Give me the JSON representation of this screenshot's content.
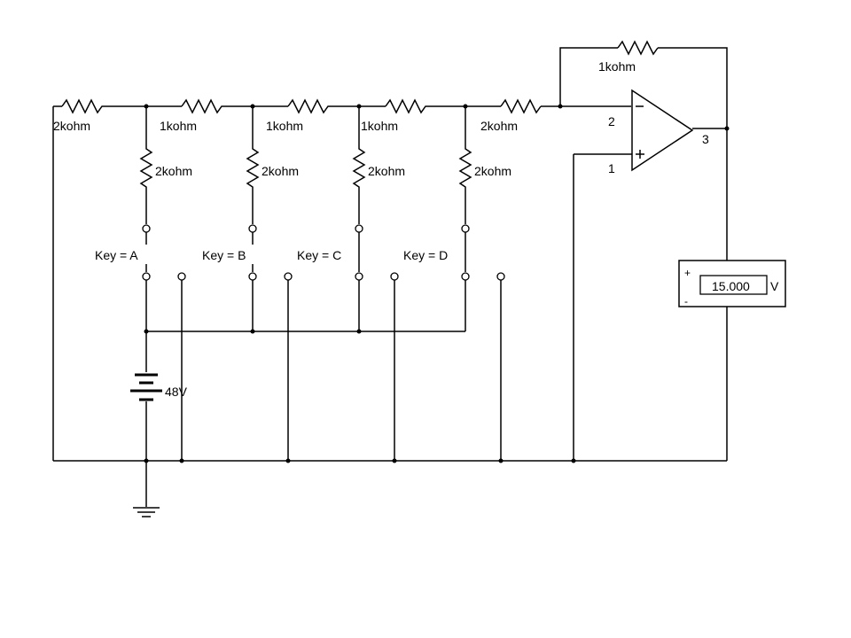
{
  "colors": {
    "wire": "#000000",
    "background": "#ffffff"
  },
  "resistors": {
    "r_in_left": "2kohm",
    "r_series_1": "1kohm",
    "r_series_2": "1kohm",
    "r_series_3": "1kohm",
    "r_in_opamp": "2kohm",
    "r_feedback": "1kohm",
    "r_shunt_a": "2kohm",
    "r_shunt_b": "2kohm",
    "r_shunt_c": "2kohm",
    "r_shunt_d": "2kohm"
  },
  "switches": {
    "a": "Key = A",
    "b": "Key = B",
    "c": "Key = C",
    "d": "Key = D"
  },
  "battery": {
    "label": "48V"
  },
  "opamp": {
    "pin_inverting": "2",
    "pin_noninverting": "1",
    "pin_output": "3"
  },
  "voltmeter": {
    "reading": "15.000",
    "unit": "V",
    "plus": "+",
    "minus": "-"
  }
}
